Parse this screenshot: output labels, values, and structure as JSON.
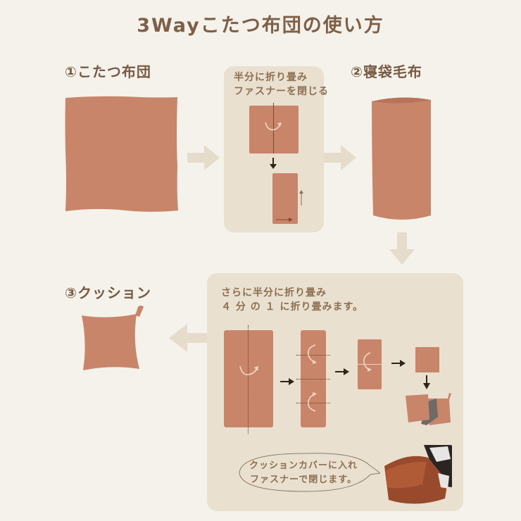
{
  "header": {
    "title": "3Wayこたつ布団の使い方"
  },
  "steps": [
    {
      "number": "①",
      "label": "こたつ布団"
    },
    {
      "number": "②",
      "label": "寝袋毛布"
    },
    {
      "number": "③",
      "label": "クッション"
    }
  ],
  "panels": {
    "fold_zip": {
      "instruction": "半分に折り畳み\nファスナーを閉じる"
    },
    "fold_quarter": {
      "instruction": "さらに半分に折り畳み\n４ 分 の １ に折り畳みます。",
      "bubble_text": "クッションカバーに入れ\nファスナーで閉じます。"
    }
  },
  "icons": {
    "arrow_light": "right-arrow-icon",
    "arrow_dark": "small-arrow-icon",
    "fold_curve": "fold-curve-icon"
  },
  "colors": {
    "background": "#f4f2ea",
    "panel": "#e9e0cf",
    "cloth": "#c98569",
    "title_text": "#7d6047",
    "arrow_light": "#e6dccb",
    "arrow_dark": "#2e2418",
    "cover_inner": "#6e6a66"
  }
}
